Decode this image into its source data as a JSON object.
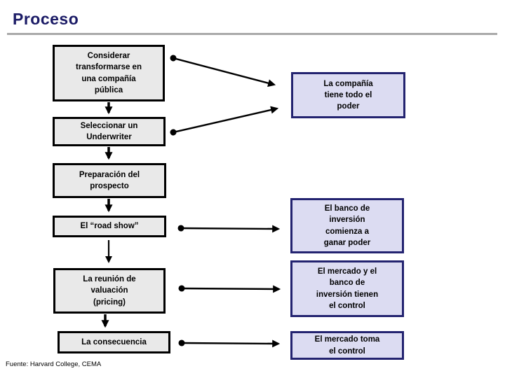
{
  "slide": {
    "title": "Proceso",
    "footer": "Fuente: Harvard College, CEMA"
  },
  "process": {
    "steps": [
      {
        "label": "Considerar\ntransformarse en\nuna compañía\npública"
      },
      {
        "label": "Seleccionar un\nUnderwriter"
      },
      {
        "label": "Preparación del\nprospecto"
      },
      {
        "label": "El “road show”"
      },
      {
        "label": "La reunión de\nvaluación\n(pricing)"
      },
      {
        "label": "La consecuencia"
      }
    ],
    "outcomes": [
      {
        "label": "La compañía\ntiene todo el\npoder"
      },
      {
        "label": "El banco de\ninversión\ncomienza a\nganar poder"
      },
      {
        "label": "El mercado y el\nbanco de\ninversión tienen\nel control"
      },
      {
        "label": "El mercado toma\nel control"
      }
    ]
  },
  "colors": {
    "title": "#1b1b66",
    "step_box_fill": "#e9e9e9",
    "step_box_border": "#000000",
    "outcome_box_fill": "#dcdcf2",
    "outcome_box_border": "#232370",
    "rule": "#a9a9a9",
    "arrow": "#000000"
  }
}
